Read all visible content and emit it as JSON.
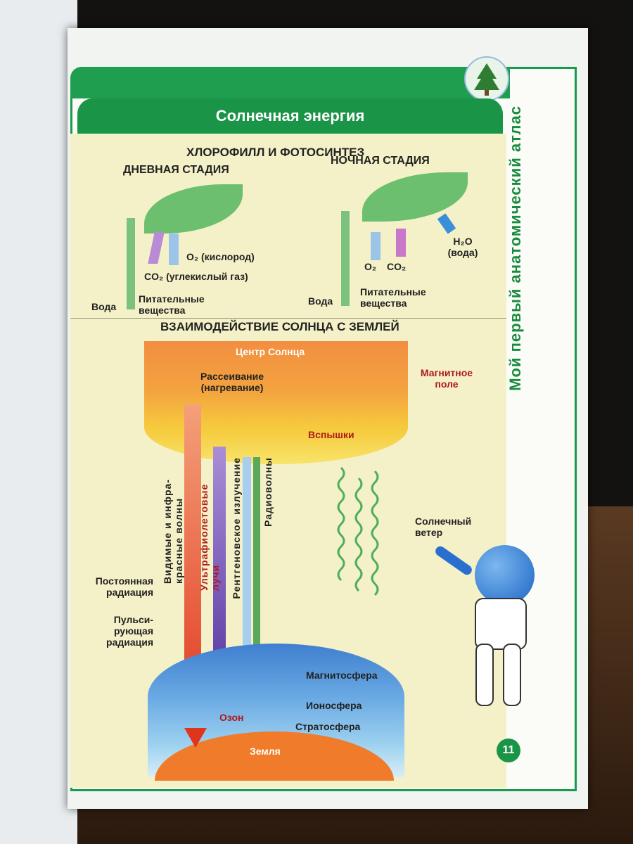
{
  "section_title": "Солнечная энергия",
  "sidebar_title": "Мой первый анатомический атлас",
  "photosynthesis": {
    "heading": "ХЛОРОФИЛЛ И ФОТОСИНТЕЗ",
    "day": {
      "title": "ДНЕВНАЯ СТАДИЯ",
      "oxygen": "O₂ (кислород)",
      "co2": "CO₂ (углекислый газ)",
      "water": "Вода",
      "nutrients": "Питательные вещества"
    },
    "night": {
      "title": "НОЧНАЯ СТАДИЯ",
      "h2o": "H₂O (вода)",
      "o2": "O₂",
      "co2": "CO₂",
      "water": "Вода",
      "nutrients": "Питательные вещества"
    }
  },
  "interaction": {
    "heading": "ВЗАИМОДЕЙСТВИЕ СОЛНЦА С ЗЕМЛЕЙ",
    "sun_center": "Центр Солнца",
    "scattering": "Рассеивание (нагревание)",
    "magnetic_field": "Магнитное поле",
    "flares": "Вспышки",
    "visible_ir": "Видимые и инфра-красные волны",
    "uv": "Ультрафиолетовые лучи",
    "xray": "Рентгеновское излучение",
    "radio": "Радиоволны",
    "solar_wind": "Солнечный ветер",
    "constant_radiation": "Постоянная радиация",
    "pulsing_radiation": "Пульси-рующая радиация",
    "magnetosphere": "Магнитосфера",
    "ionosphere": "Ионосфера",
    "ozone": "Озон",
    "stratosphere": "Стратосфера",
    "earth": "Земля"
  },
  "page_number": "11"
}
